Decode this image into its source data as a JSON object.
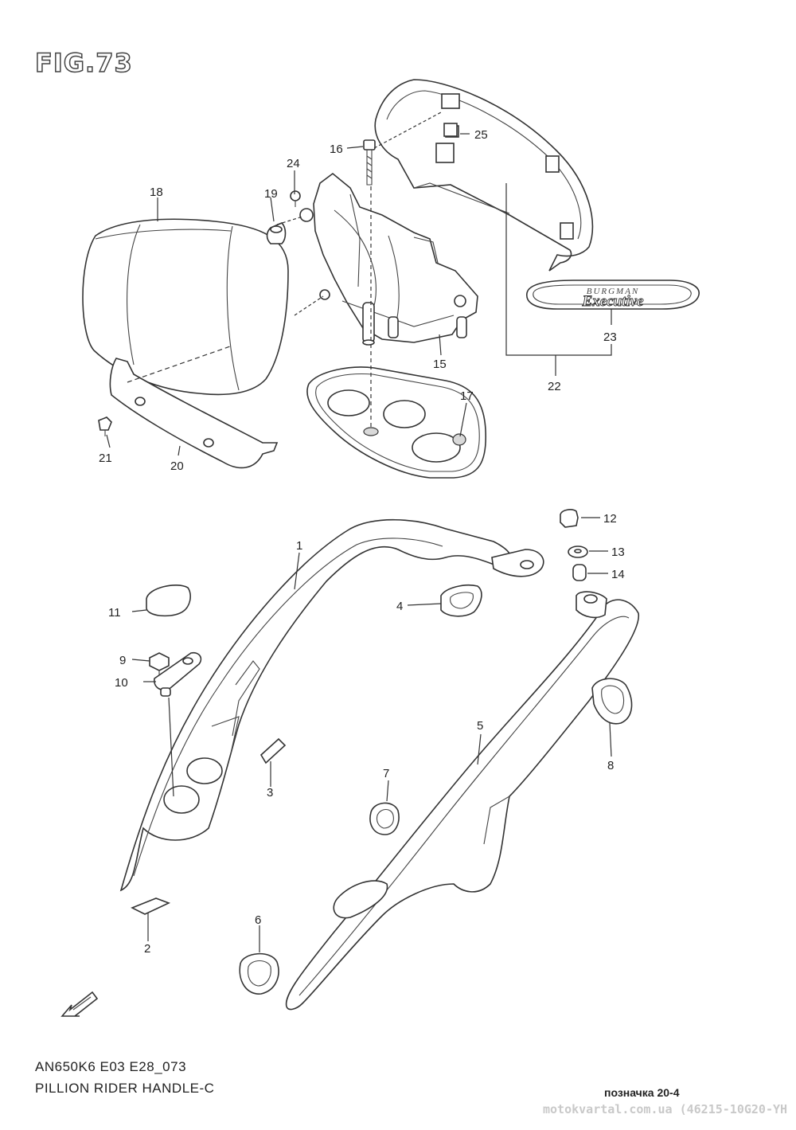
{
  "figure_title": "FIG.73",
  "model_code": "AN650K6 E03 E28_073",
  "diagram_title": "PILLION RIDER HANDLE-C",
  "page_reference": "позначка 20-4",
  "watermark": "motokvartal.com.ua (46215-10G20-YH",
  "emblem_text": {
    "top": "BURGMAN",
    "bottom": "Executive"
  },
  "callouts": [
    "1",
    "2",
    "3",
    "4",
    "5",
    "6",
    "7",
    "8",
    "9",
    "10",
    "11",
    "12",
    "13",
    "14",
    "15",
    "16",
    "17",
    "18",
    "19",
    "20",
    "21",
    "22",
    "23",
    "24",
    "25"
  ],
  "direction_arrow_icon": "front-direction-arrow-icon"
}
